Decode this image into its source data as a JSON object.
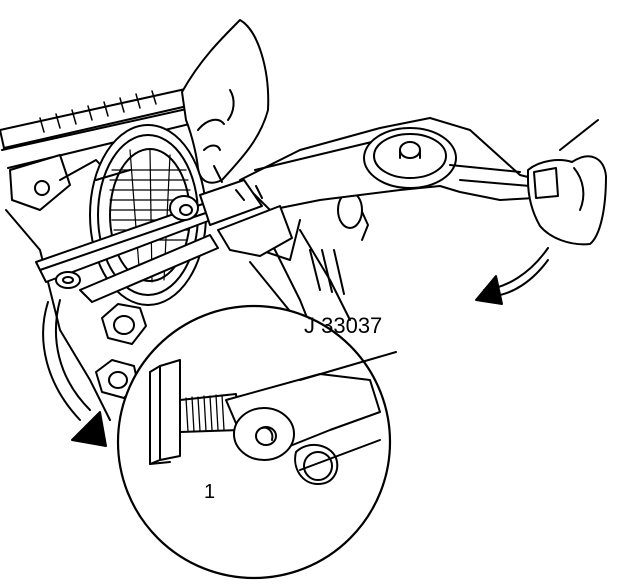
{
  "illustration": {
    "labels": {
      "tool": "J 33037",
      "item": "1"
    },
    "colors": {
      "ink": "#000000",
      "paper": "#ffffff"
    },
    "icons": {
      "rotation_arrow_left": "curved-arrow-down-left",
      "rotation_arrow_right": "curved-arrow-down-left"
    }
  }
}
